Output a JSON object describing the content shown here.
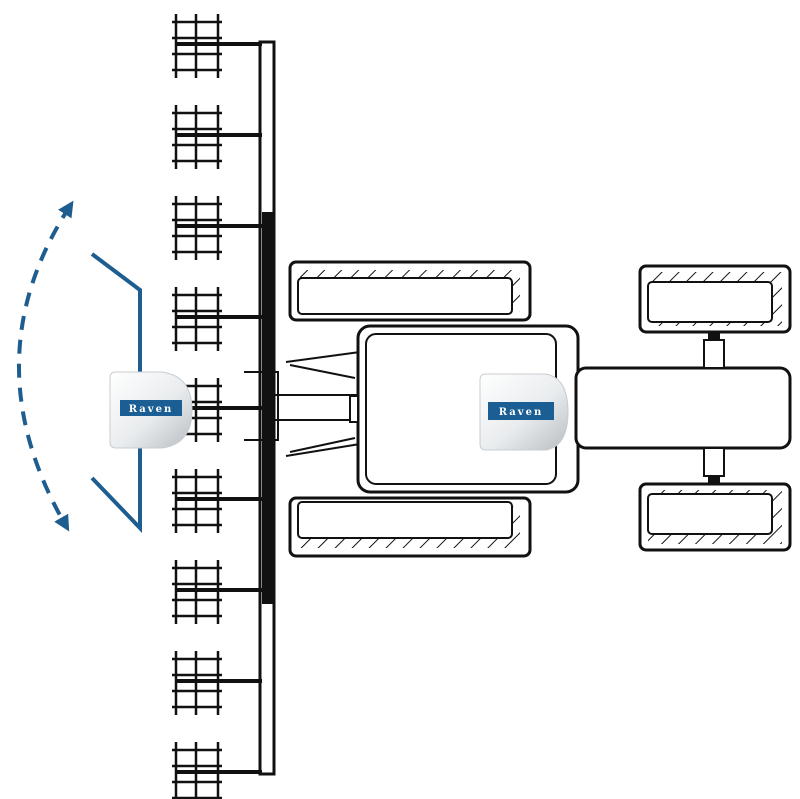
{
  "diagram": {
    "type": "top-view tractor with implement-mounted GNSS receiver",
    "colors": {
      "line": "#111111",
      "accent": "#1e5d8f",
      "receiver_body": "#eceeef",
      "receiver_shadow": "#b9bec2",
      "logo_bg": "#1a5e93",
      "background": "#ffffff"
    },
    "receivers": [
      {
        "id": "implement",
        "brand": "Raven"
      },
      {
        "id": "tractor",
        "brand": "Raven"
      }
    ],
    "implement": {
      "row_units": 9
    },
    "icons": {
      "swing_arrow": "curved-double-arrow-icon",
      "receiver": "gnss-receiver-icon"
    }
  }
}
